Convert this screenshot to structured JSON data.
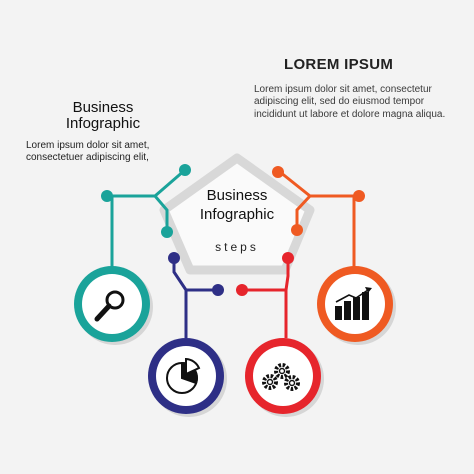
{
  "right_block": {
    "title": "LOREM IPSUM",
    "body": "Lorem ipsum dolor sit amet, consectetur adipiscing elit, sed do eiusmod tempor incididunt ut labore et dolore magna aliqua."
  },
  "left_block": {
    "title_line1": "Business",
    "title_line2": "Infographic",
    "body": "Lorem ipsum dolor sit amet, consectetuer adipiscing elit,"
  },
  "center": {
    "title_line1": "Business",
    "title_line2": "Infographic",
    "steps": "steps"
  },
  "nodes": [
    {
      "icon": "magnifier-icon",
      "color": "#1aa39a"
    },
    {
      "icon": "pie-chart-icon",
      "color": "#2e2f86"
    },
    {
      "icon": "gears-icon",
      "color": "#e6252c"
    },
    {
      "icon": "bar-chart-icon",
      "color": "#ef5a22"
    }
  ],
  "colors": {
    "background": "#f3f3f3",
    "pentagon_stroke": "#dadada",
    "teal": "#1aa39a",
    "navy": "#2e2f86",
    "red": "#e6252c",
    "orange": "#ef5a22"
  }
}
